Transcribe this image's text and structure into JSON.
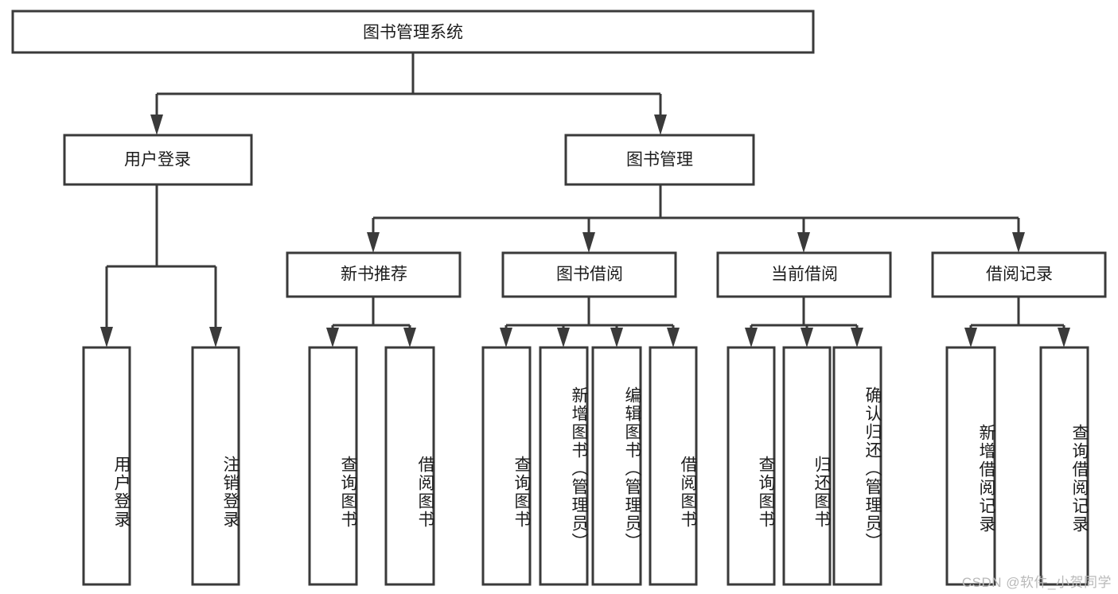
{
  "diagram": {
    "title": "图书管理系统",
    "type": "tree-hierarchy",
    "watermark": "CSDN @软件_小贺同学",
    "colors": {
      "stroke": "#3a3a3a",
      "fill": "#ffffff",
      "text": "#1c1c1c",
      "watermark": "#b9b9b9"
    },
    "root": {
      "label": "图书管理系统"
    },
    "level1": [
      {
        "id": "user-login",
        "label": "用户登录"
      },
      {
        "id": "book-management",
        "label": "图书管理"
      }
    ],
    "level2": [
      {
        "id": "new-book-recommend",
        "label": "新书推荐",
        "parent": "book-management"
      },
      {
        "id": "book-borrow",
        "label": "图书借阅",
        "parent": "book-management"
      },
      {
        "id": "current-borrow",
        "label": "当前借阅",
        "parent": "book-management"
      },
      {
        "id": "borrow-record",
        "label": "借阅记录",
        "parent": "book-management"
      }
    ],
    "leaves": [
      {
        "id": "leaf-user-login",
        "label": "用户登录",
        "parent": "user-login"
      },
      {
        "id": "leaf-logout-login",
        "label": "注销登录",
        "parent": "user-login"
      },
      {
        "id": "leaf-query-book-1",
        "label": "查询图书",
        "parent": "new-book-recommend"
      },
      {
        "id": "leaf-borrow-book-1",
        "label": "借阅图书",
        "parent": "new-book-recommend"
      },
      {
        "id": "leaf-query-book-2",
        "label": "查询图书",
        "parent": "book-borrow"
      },
      {
        "id": "leaf-add-book",
        "label": "新增图书（管理员）",
        "parent": "book-borrow"
      },
      {
        "id": "leaf-edit-book",
        "label": "编辑图书（管理员）",
        "parent": "book-borrow"
      },
      {
        "id": "leaf-borrow-book-2",
        "label": "借阅图书",
        "parent": "book-borrow"
      },
      {
        "id": "leaf-query-book-3",
        "label": "查询图书",
        "parent": "current-borrow"
      },
      {
        "id": "leaf-return-book",
        "label": "归还图书",
        "parent": "current-borrow"
      },
      {
        "id": "leaf-confirm-return",
        "label": "确认归还（管理员）",
        "parent": "current-borrow"
      },
      {
        "id": "leaf-add-record",
        "label": "新增借阅记录",
        "parent": "borrow-record"
      },
      {
        "id": "leaf-query-record",
        "label": "查询借阅记录",
        "parent": "borrow-record"
      }
    ]
  }
}
